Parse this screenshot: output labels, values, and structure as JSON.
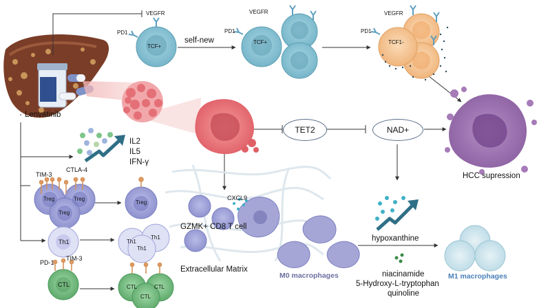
{
  "drug": "Lenvatinib",
  "receptors": {
    "vegfr": "VEGFR",
    "pd1": "PD1",
    "pd1_dash": "PD-1",
    "tim3": "TIM-3",
    "ctla4": "CTLA-4"
  },
  "cells": {
    "tcf_plus": "TCF+",
    "tcf_minus": "TCF1-",
    "treg": "Treg",
    "th1": "Th1",
    "ctl": "CTL"
  },
  "arrows": {
    "self_renew": "self-new"
  },
  "cytokines": [
    "IL2",
    "IL5",
    "IFN-γ"
  ],
  "nodes": {
    "tet2": "TET2",
    "nad": "NAD+"
  },
  "outcome": "HCC supression",
  "chemokine": "CXCL9",
  "gzmk_cell": "GZMK+ CD8 T cell",
  "matrix": "Extracellular  Matrix",
  "metabolites": {
    "hypoxanthine": "hypoxanthine",
    "list": [
      "niacinamide",
      "5-Hydroxy-L-tryptophan",
      "quinoline"
    ]
  },
  "macrophages": {
    "m0": "M0 macrophages",
    "m1": "M1 macrophages"
  },
  "colors": {
    "teal_cell": "#8ec7d8",
    "orange_cell": "#f6c99a",
    "purple_cell": "#9b9fd6",
    "green_cell": "#7dc58a",
    "tumor": "#e9777c",
    "hcc": "#9a6bab"
  }
}
